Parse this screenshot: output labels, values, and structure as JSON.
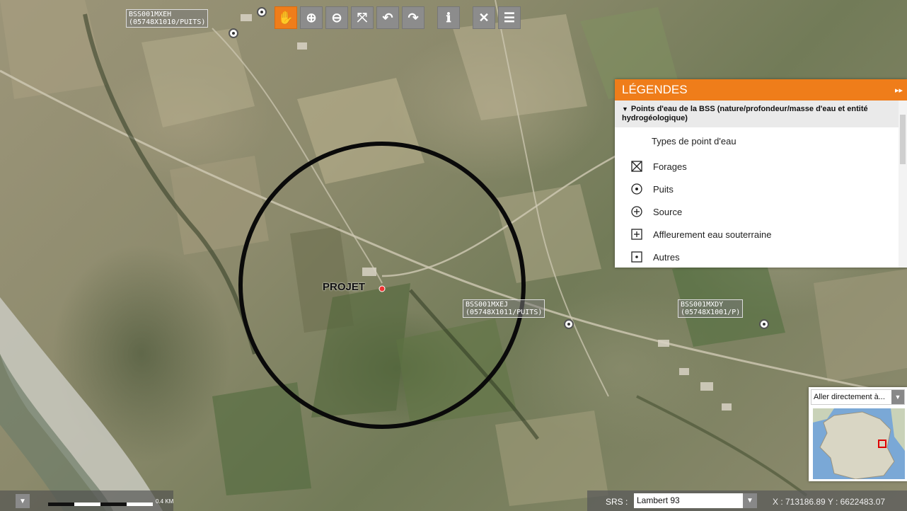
{
  "toolbar": {
    "buttons": [
      {
        "icon": "hand-pan-icon",
        "glyph": "✋",
        "active": true
      },
      {
        "icon": "zoom-in-icon",
        "glyph": "⊕"
      },
      {
        "icon": "zoom-out-icon",
        "glyph": "⊖"
      },
      {
        "icon": "zoom-extent-icon",
        "glyph": "⤧"
      },
      {
        "icon": "undo-icon",
        "glyph": "↶"
      },
      {
        "icon": "redo-icon",
        "glyph": "↷"
      },
      {
        "icon": "info-pointer-icon",
        "glyph": "ℹ"
      },
      {
        "icon": "tools-icon",
        "glyph": "✕"
      },
      {
        "icon": "layers-icon",
        "glyph": "☰"
      }
    ],
    "active_color": "#ef7d1a"
  },
  "legend": {
    "title": "LÉGENDES",
    "collapse_glyph": "▸▸",
    "section_title": "Points d'eau de la BSS (nature/profondeur/masse d'eau et entité hydrogéologique)",
    "subtitle": "Types de point d'eau",
    "items": [
      {
        "label": "Forages",
        "icon": "boxed-x-icon"
      },
      {
        "label": "Puits",
        "icon": "circle-dot-icon"
      },
      {
        "label": "Source",
        "icon": "circle-plus-icon"
      },
      {
        "label": "Affleurement eau souterraine",
        "icon": "boxed-plus-icon"
      },
      {
        "label": "Autres",
        "icon": "boxed-dot-icon"
      }
    ]
  },
  "map": {
    "project_label": "PROJET",
    "wells": [
      {
        "code": "BSS001MXEH",
        "detail": "(05748X1010/PUITS)"
      },
      {
        "code": "BSS001MXEJ",
        "detail": "(05748X1011/PUITS)"
      },
      {
        "code": "BSS001MXDY",
        "detail": "(05748X1001/P)"
      }
    ]
  },
  "scale": {
    "label": "0.4 KM"
  },
  "srs": {
    "label": "SRS :",
    "value": "Lambert 93"
  },
  "coords": {
    "text": "X : 713186.89 Y : 6622483.07"
  },
  "minimap": {
    "goto_label": "Aller directement à..."
  }
}
